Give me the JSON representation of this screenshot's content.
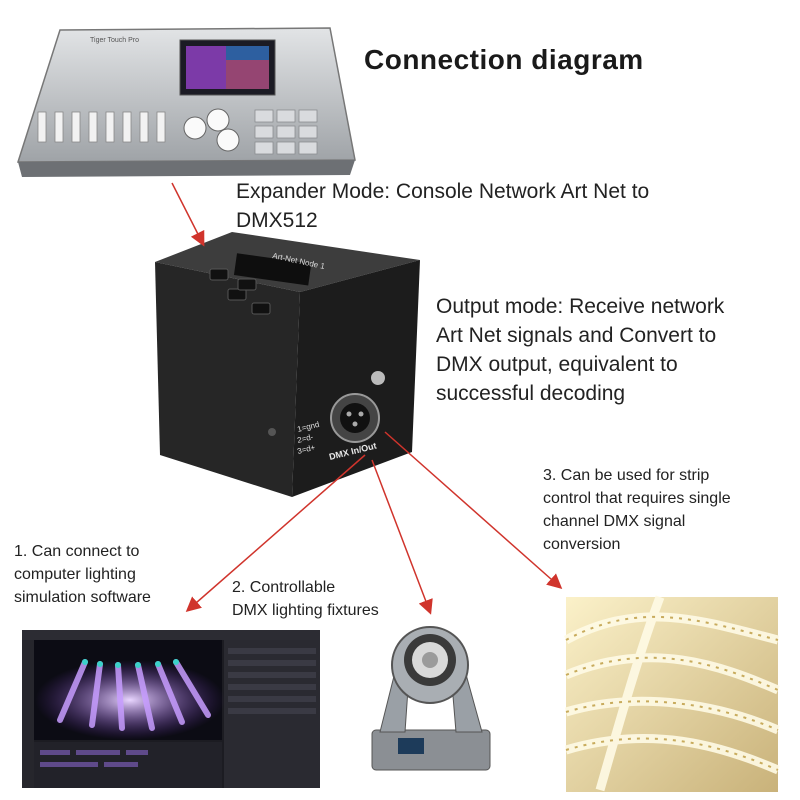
{
  "title": "Connection diagram",
  "expander_mode": {
    "line1": "Expander Mode: Console Network Art Net to",
    "line2": "DMX512"
  },
  "output_mode": {
    "line1": "Output mode: Receive network",
    "line2": "Art Net signals and Convert to",
    "line3": "DMX output, equivalent to",
    "line4": "successful decoding"
  },
  "note1": {
    "line1": "1. Can connect to",
    "line2": "computer lighting",
    "line3": "simulation software"
  },
  "note2": {
    "line1": "2. Controllable",
    "line2": "DMX lighting fixtures"
  },
  "note3": {
    "line1": "3. Can be used for strip",
    "line2": "control that requires single",
    "line3": "channel DMX signal",
    "line4": "conversion"
  },
  "device": {
    "top_label": "Art-Net Node 1",
    "side_label": "DMX In/Out",
    "pin1": "1=gnd",
    "pin2": "2=d-",
    "pin3": "3=d+"
  },
  "console_label": "Tiger Touch Pro",
  "colors": {
    "arrow": "#d0342c",
    "device_body": "#2a2a2a",
    "strip_light": "#f3e3a6",
    "software_glow": "#b07cff"
  }
}
